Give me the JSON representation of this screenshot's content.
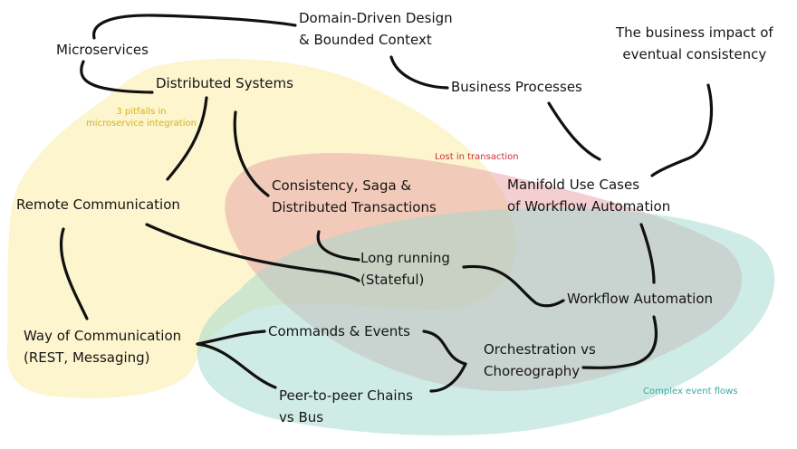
{
  "regions": [
    {
      "id": "pitfalls",
      "label_lines": [
        "3 pitfalls in",
        "microservice integration"
      ],
      "color": "#d9b21a",
      "fill": "#fbf0b4",
      "fill_opacity": 0.65
    },
    {
      "id": "transaction",
      "label_lines": [
        "Lost in transaction"
      ],
      "color": "#c8323c",
      "fill": "#e8a0a6",
      "fill_opacity": 0.5
    },
    {
      "id": "events",
      "label_lines": [
        "Complex event flows"
      ],
      "color": "#3aa99a",
      "fill": "#9fd8ce",
      "fill_opacity": 0.5
    }
  ],
  "nodes": [
    {
      "id": "microservices",
      "lines": [
        "Microservices"
      ]
    },
    {
      "id": "ddd",
      "lines": [
        "Domain-Driven Design",
        "& Bounded Context"
      ]
    },
    {
      "id": "business_impact",
      "lines": [
        "The business impact of",
        "eventual consistency"
      ]
    },
    {
      "id": "distributed_systems",
      "lines": [
        "Distributed Systems"
      ]
    },
    {
      "id": "business_processes",
      "lines": [
        "Business Processes"
      ]
    },
    {
      "id": "remote_communication",
      "lines": [
        "Remote Communication"
      ]
    },
    {
      "id": "consistency",
      "lines": [
        "Consistency, Saga &",
        "Distributed Transactions"
      ]
    },
    {
      "id": "manifold",
      "lines": [
        "Manifold Use Cases",
        "of Workflow Automation"
      ]
    },
    {
      "id": "long_running",
      "lines": [
        "Long running",
        "(Stateful)"
      ]
    },
    {
      "id": "workflow_automation",
      "lines": [
        "Workflow Automation"
      ]
    },
    {
      "id": "way_of_communication",
      "lines": [
        "Way of Communication",
        "(REST, Messaging)"
      ]
    },
    {
      "id": "commands_events",
      "lines": [
        "Commands & Events"
      ]
    },
    {
      "id": "orchestration",
      "lines": [
        "Orchestration vs",
        "Choreography"
      ]
    },
    {
      "id": "p2p",
      "lines": [
        "Peer-to-peer Chains",
        "vs Bus"
      ]
    }
  ],
  "edges": [
    {
      "from": "microservices",
      "to": "ddd"
    },
    {
      "from": "microservices",
      "to": "distributed_systems"
    },
    {
      "from": "ddd",
      "to": "business_processes"
    },
    {
      "from": "business_processes",
      "to": "manifold"
    },
    {
      "from": "business_impact",
      "to": "manifold"
    },
    {
      "from": "distributed_systems",
      "to": "remote_communication"
    },
    {
      "from": "distributed_systems",
      "to": "consistency"
    },
    {
      "from": "remote_communication",
      "to": "long_running"
    },
    {
      "from": "remote_communication",
      "to": "way_of_communication"
    },
    {
      "from": "consistency",
      "to": "long_running"
    },
    {
      "from": "long_running",
      "to": "workflow_automation"
    },
    {
      "from": "manifold",
      "to": "workflow_automation"
    },
    {
      "from": "workflow_automation",
      "to": "orchestration"
    },
    {
      "from": "way_of_communication",
      "to": "commands_events"
    },
    {
      "from": "way_of_communication",
      "to": "p2p"
    },
    {
      "from": "commands_events",
      "to": "orchestration"
    },
    {
      "from": "p2p",
      "to": "orchestration"
    }
  ]
}
